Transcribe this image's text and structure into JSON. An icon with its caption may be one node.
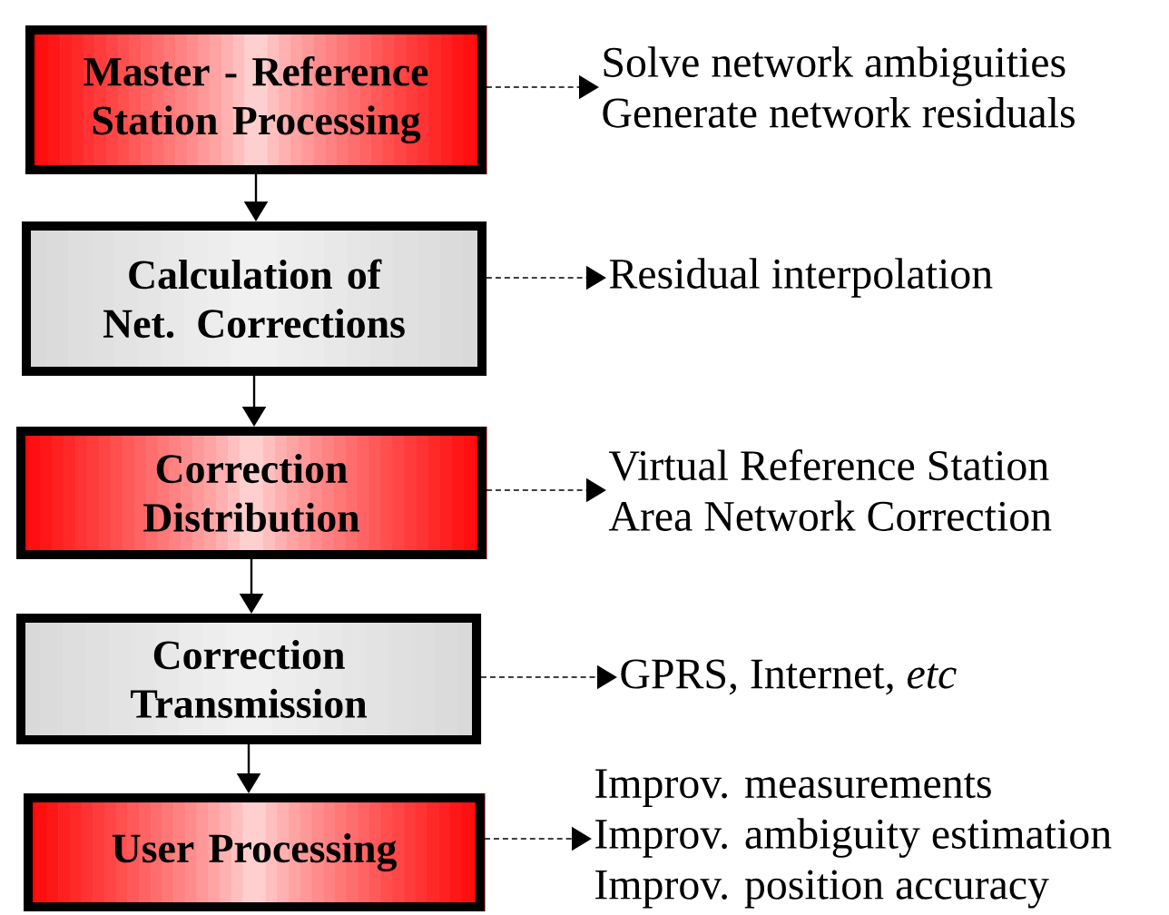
{
  "diagram": {
    "nodes": [
      {
        "text": [
          "Master - Reference Station Processing"
        ]
      },
      {
        "text": [
          "Calculation of Net. Corrections"
        ]
      },
      {
        "text": [
          "Correction Distribution"
        ]
      },
      {
        "text": [
          "Correction Transmission"
        ]
      },
      {
        "text": [
          "User Processing"
        ]
      },
      {
        "text": [
          "Solve network ambiguities",
          "Generate network residuals"
        ]
      },
      {
        "text": [
          "Residual interpolation"
        ]
      },
      {
        "text": [
          "Virtual Reference Station",
          "Area Network Correction"
        ]
      },
      {
        "text": [
          "GPRS, Internet, *etc*"
        ]
      },
      {
        "text": [
          "Improv. measurements",
          "Improv. ambiguity estimation",
          "Improv. position accuracy"
        ]
      }
    ],
    "edges": [
      {
        "from": 0,
        "to": 1,
        "arrow": "to"
      },
      {
        "from": 1,
        "to": 2,
        "arrow": "to"
      },
      {
        "from": 2,
        "to": 3,
        "arrow": "to"
      },
      {
        "from": 3,
        "to": 4,
        "arrow": "to"
      },
      {
        "from": 0,
        "to": 5,
        "arrow": "to",
        "style": "dashed"
      },
      {
        "from": 1,
        "to": 6,
        "arrow": "to",
        "style": "dashed"
      },
      {
        "from": 2,
        "to": 7,
        "arrow": "to",
        "style": "dashed"
      },
      {
        "from": 3,
        "to": 8,
        "arrow": "to",
        "style": "dashed"
      },
      {
        "from": 4,
        "to": 9,
        "arrow": "to",
        "style": "dashed"
      }
    ]
  }
}
